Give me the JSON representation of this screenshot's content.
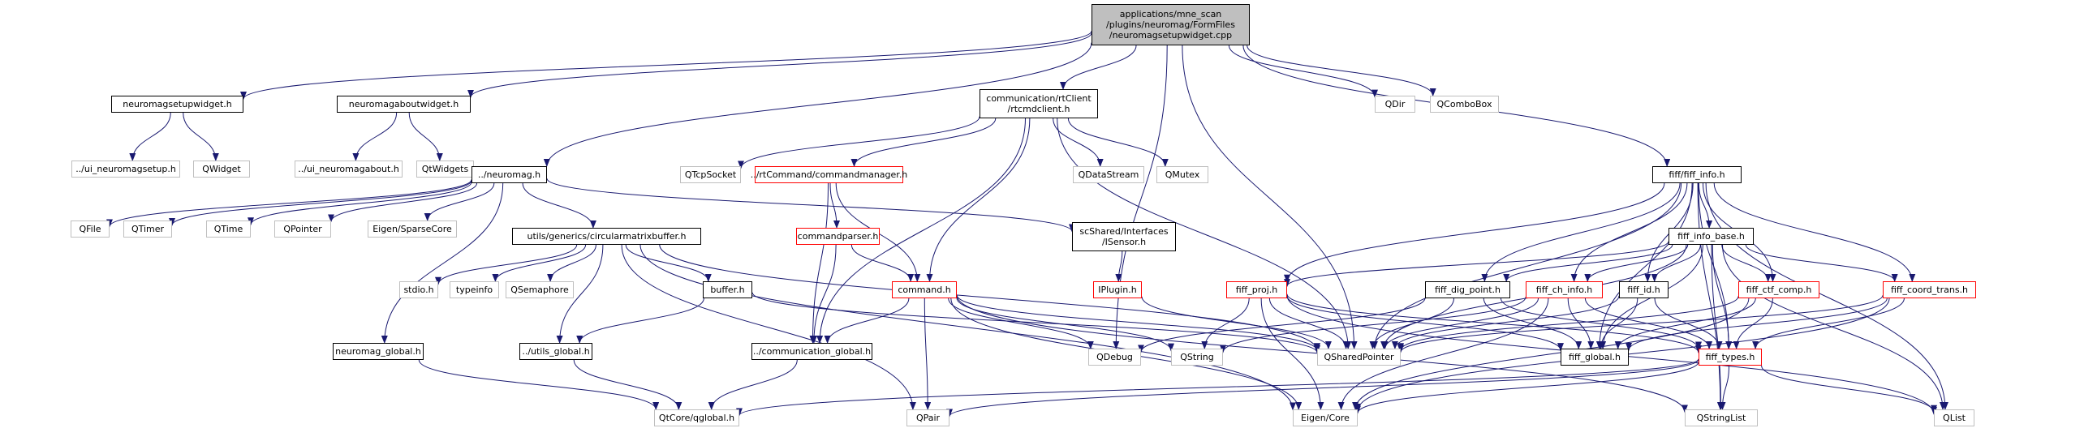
{
  "graph": {
    "accent": {
      "arrow": "#191970",
      "root_fill": "#bfbfbf",
      "missing_border": "#bfbfbf",
      "truncated_border": "#ff0000",
      "normal_border": "#000000"
    },
    "nodes": [
      {
        "id": "root",
        "style": "root",
        "label": [
          "applications/mne_scan",
          "/plugins/neuromag/FormFiles",
          "/neuromagsetupwidget.cpp"
        ]
      },
      {
        "id": "nsw",
        "style": "black",
        "label": [
          "neuromagsetupwidget.h"
        ]
      },
      {
        "id": "naw",
        "style": "black",
        "label": [
          "neuromagaboutwidget.h"
        ]
      },
      {
        "id": "rtc",
        "style": "black",
        "label": [
          "communication/rtClient",
          "/rtcmdclient.h"
        ]
      },
      {
        "id": "qdir",
        "style": "gray",
        "label": [
          "QDir"
        ]
      },
      {
        "id": "qcombo",
        "style": "gray",
        "label": [
          "QComboBox"
        ]
      },
      {
        "id": "ui_setup",
        "style": "gray",
        "label": [
          "../ui_neuromagsetup.h"
        ]
      },
      {
        "id": "qwidget",
        "style": "gray",
        "label": [
          "QWidget"
        ]
      },
      {
        "id": "ui_about",
        "style": "gray",
        "label": [
          "../ui_neuromagabout.h"
        ]
      },
      {
        "id": "qtwidgets",
        "style": "gray",
        "label": [
          "QtWidgets"
        ]
      },
      {
        "id": "neuromag",
        "style": "black",
        "label": [
          "../neuromag.h"
        ]
      },
      {
        "id": "qtcpsocket",
        "style": "gray",
        "label": [
          "QTcpSocket"
        ]
      },
      {
        "id": "cmdmgr",
        "style": "red",
        "label": [
          "../rtCommand/commandmanager.h"
        ]
      },
      {
        "id": "qdatastream",
        "style": "gray",
        "label": [
          "QDataStream"
        ]
      },
      {
        "id": "qmutex",
        "style": "gray",
        "label": [
          "QMutex"
        ]
      },
      {
        "id": "fiffinfo",
        "style": "black",
        "label": [
          "fiff/fiff_info.h"
        ]
      },
      {
        "id": "qfile",
        "style": "gray",
        "label": [
          "QFile"
        ]
      },
      {
        "id": "qtimer",
        "style": "gray",
        "label": [
          "QTimer"
        ]
      },
      {
        "id": "qtime",
        "style": "gray",
        "label": [
          "QTime"
        ]
      },
      {
        "id": "qpointer",
        "style": "gray",
        "label": [
          "QPointer"
        ]
      },
      {
        "id": "sparse",
        "style": "gray",
        "label": [
          "Eigen/SparseCore"
        ]
      },
      {
        "id": "cmbuf",
        "style": "black",
        "label": [
          "utils/generics/circularmatrixbuffer.h"
        ]
      },
      {
        "id": "cmdparser",
        "style": "red",
        "label": [
          "commandparser.h"
        ]
      },
      {
        "id": "isensor",
        "style": "black",
        "label": [
          "scShared/Interfaces",
          "/ISensor.h"
        ]
      },
      {
        "id": "fiffinfobase",
        "style": "black",
        "label": [
          "fiff_info_base.h"
        ]
      },
      {
        "id": "stdio",
        "style": "gray",
        "label": [
          "stdio.h"
        ]
      },
      {
        "id": "typeinfo",
        "style": "gray",
        "label": [
          "typeinfo"
        ]
      },
      {
        "id": "qsem",
        "style": "gray",
        "label": [
          "QSemaphore"
        ]
      },
      {
        "id": "buffer",
        "style": "black",
        "label": [
          "buffer.h"
        ]
      },
      {
        "id": "command",
        "style": "red",
        "label": [
          "command.h"
        ]
      },
      {
        "id": "iplugin",
        "style": "red",
        "label": [
          "IPlugin.h"
        ]
      },
      {
        "id": "fiffproj",
        "style": "red",
        "label": [
          "fiff_proj.h"
        ]
      },
      {
        "id": "fiffdig",
        "style": "black",
        "label": [
          "fiff_dig_point.h"
        ]
      },
      {
        "id": "fiffch",
        "style": "red",
        "label": [
          "fiff_ch_info.h"
        ]
      },
      {
        "id": "fiffid",
        "style": "black",
        "label": [
          "fiff_id.h"
        ]
      },
      {
        "id": "fiffctf",
        "style": "red",
        "label": [
          "fiff_ctf_comp.h"
        ]
      },
      {
        "id": "fiffcoord",
        "style": "red",
        "label": [
          "fiff_coord_trans.h"
        ]
      },
      {
        "id": "nmglobal",
        "style": "black",
        "label": [
          "neuromag_global.h"
        ]
      },
      {
        "id": "utilsglobal",
        "style": "black",
        "label": [
          "../utils_global.h"
        ]
      },
      {
        "id": "commglobal",
        "style": "black",
        "label": [
          "../communication_global.h"
        ]
      },
      {
        "id": "qdebug",
        "style": "gray",
        "label": [
          "QDebug"
        ]
      },
      {
        "id": "qstring",
        "style": "gray",
        "label": [
          "QString"
        ]
      },
      {
        "id": "qshared",
        "style": "gray",
        "label": [
          "QSharedPointer"
        ]
      },
      {
        "id": "fiffglobal",
        "style": "black",
        "label": [
          "fiff_global.h"
        ]
      },
      {
        "id": "fifftypes",
        "style": "red",
        "label": [
          "fiff_types.h"
        ]
      },
      {
        "id": "qglobal",
        "style": "gray",
        "label": [
          "QtCore/qglobal.h"
        ]
      },
      {
        "id": "qpair",
        "style": "gray",
        "label": [
          "QPair"
        ]
      },
      {
        "id": "eigencore",
        "style": "gray",
        "label": [
          "Eigen/Core"
        ]
      },
      {
        "id": "qstringlist",
        "style": "gray",
        "label": [
          "QStringList"
        ]
      },
      {
        "id": "qlist",
        "style": "gray",
        "label": [
          "QList"
        ]
      }
    ],
    "edges": [
      [
        "root",
        "nsw"
      ],
      [
        "root",
        "naw"
      ],
      [
        "root",
        "rtc"
      ],
      [
        "root",
        "neuromag"
      ],
      [
        "root",
        "qdebug"
      ],
      [
        "root",
        "qshared"
      ],
      [
        "root",
        "fiffinfo"
      ],
      [
        "root",
        "qdir"
      ],
      [
        "root",
        "qcombo"
      ],
      [
        "nsw",
        "ui_setup"
      ],
      [
        "nsw",
        "qwidget"
      ],
      [
        "naw",
        "ui_about"
      ],
      [
        "naw",
        "qtwidgets"
      ],
      [
        "rtc",
        "qtcpsocket"
      ],
      [
        "rtc",
        "cmdmgr"
      ],
      [
        "rtc",
        "qdatastream"
      ],
      [
        "rtc",
        "qmutex"
      ],
      [
        "rtc",
        "command"
      ],
      [
        "rtc",
        "commglobal"
      ],
      [
        "rtc",
        "qshared"
      ],
      [
        "neuromag",
        "qfile"
      ],
      [
        "neuromag",
        "qtimer"
      ],
      [
        "neuromag",
        "qtime"
      ],
      [
        "neuromag",
        "qpointer"
      ],
      [
        "neuromag",
        "sparse"
      ],
      [
        "neuromag",
        "cmbuf"
      ],
      [
        "neuromag",
        "isensor"
      ],
      [
        "neuromag",
        "nmglobal"
      ],
      [
        "cmdmgr",
        "cmdparser"
      ],
      [
        "cmdmgr",
        "command"
      ],
      [
        "cmdmgr",
        "commglobal"
      ],
      [
        "cmdparser",
        "command"
      ],
      [
        "cmdparser",
        "commglobal"
      ],
      [
        "cmbuf",
        "stdio"
      ],
      [
        "cmbuf",
        "typeinfo"
      ],
      [
        "cmbuf",
        "qsem"
      ],
      [
        "cmbuf",
        "buffer"
      ],
      [
        "cmbuf",
        "utilsglobal"
      ],
      [
        "cmbuf",
        "qpair"
      ],
      [
        "cmbuf",
        "qshared"
      ],
      [
        "cmbuf",
        "eigencore"
      ],
      [
        "buffer",
        "utilsglobal"
      ],
      [
        "buffer",
        "qshared"
      ],
      [
        "isensor",
        "iplugin"
      ],
      [
        "iplugin",
        "qshared"
      ],
      [
        "command",
        "commglobal"
      ],
      [
        "command",
        "qdebug"
      ],
      [
        "command",
        "qstring"
      ],
      [
        "command",
        "qshared"
      ],
      [
        "command",
        "qpair"
      ],
      [
        "command",
        "qstringlist"
      ],
      [
        "command",
        "eigencore"
      ],
      [
        "nmglobal",
        "qglobal"
      ],
      [
        "utilsglobal",
        "qglobal"
      ],
      [
        "commglobal",
        "qglobal"
      ],
      [
        "fiffinfo",
        "fiffinfobase"
      ],
      [
        "fiffinfo",
        "fiffproj"
      ],
      [
        "fiffinfo",
        "fiffdig"
      ],
      [
        "fiffinfo",
        "fiffch"
      ],
      [
        "fiffinfo",
        "fiffid"
      ],
      [
        "fiffinfo",
        "fiffctf"
      ],
      [
        "fiffinfo",
        "fiffcoord"
      ],
      [
        "fiffinfo",
        "fiffglobal"
      ],
      [
        "fiffinfo",
        "fifftypes"
      ],
      [
        "fiffinfo",
        "qshared"
      ],
      [
        "fiffinfo",
        "qstringlist"
      ],
      [
        "fiffinfo",
        "qlist"
      ],
      [
        "fiffinfobase",
        "fiffproj"
      ],
      [
        "fiffinfobase",
        "fiffdig"
      ],
      [
        "fiffinfobase",
        "fiffch"
      ],
      [
        "fiffinfobase",
        "fiffid"
      ],
      [
        "fiffinfobase",
        "fiffctf"
      ],
      [
        "fiffinfobase",
        "fiffcoord"
      ],
      [
        "fiffinfobase",
        "fiffglobal"
      ],
      [
        "fiffinfobase",
        "fifftypes"
      ],
      [
        "fiffinfobase",
        "qshared"
      ],
      [
        "fiffinfobase",
        "qstringlist"
      ],
      [
        "fiffinfobase",
        "qlist"
      ],
      [
        "fiffproj",
        "qstring"
      ],
      [
        "fiffproj",
        "qshared"
      ],
      [
        "fiffproj",
        "fiffglobal"
      ],
      [
        "fiffproj",
        "fifftypes"
      ],
      [
        "fiffproj",
        "eigencore"
      ],
      [
        "fiffproj",
        "qlist"
      ],
      [
        "fiffdig",
        "qdebug"
      ],
      [
        "fiffdig",
        "qshared"
      ],
      [
        "fiffdig",
        "fiffglobal"
      ],
      [
        "fiffdig",
        "fifftypes"
      ],
      [
        "fiffch",
        "qshared"
      ],
      [
        "fiffch",
        "fiffglobal"
      ],
      [
        "fiffch",
        "fifftypes"
      ],
      [
        "fiffch",
        "eigencore"
      ],
      [
        "fiffch",
        "qstring"
      ],
      [
        "fiffid",
        "qshared"
      ],
      [
        "fiffid",
        "fiffglobal"
      ],
      [
        "fiffid",
        "fifftypes"
      ],
      [
        "fiffctf",
        "qshared"
      ],
      [
        "fiffctf",
        "fiffglobal"
      ],
      [
        "fiffctf",
        "fifftypes"
      ],
      [
        "fiffctf",
        "eigencore"
      ],
      [
        "fiffcoord",
        "qshared"
      ],
      [
        "fiffcoord",
        "fiffglobal"
      ],
      [
        "fiffcoord",
        "fifftypes"
      ],
      [
        "fiffcoord",
        "eigencore"
      ],
      [
        "fifftypes",
        "qglobal"
      ],
      [
        "fifftypes",
        "qpair"
      ],
      [
        "fifftypes",
        "eigencore"
      ],
      [
        "fifftypes",
        "qstringlist"
      ],
      [
        "fifftypes",
        "qlist"
      ]
    ]
  }
}
